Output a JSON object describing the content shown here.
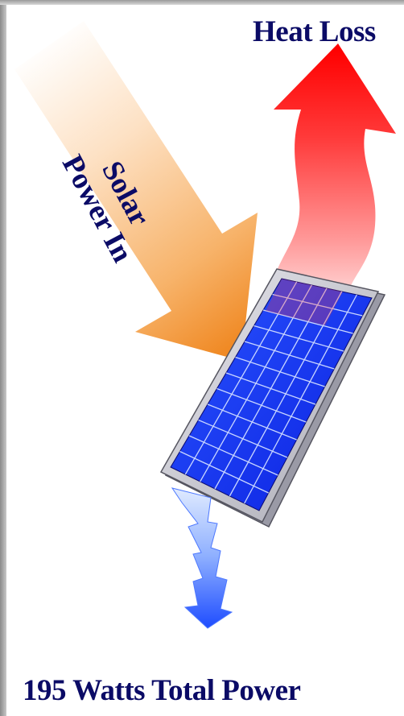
{
  "labels": {
    "heat_loss": "Heat Loss",
    "solar_line1": "Solar",
    "solar_line2": "Power In",
    "total_power": "195 Watts Total Power"
  },
  "colors": {
    "label_text": "#0b0b66",
    "solar_arrow": "#f29a3a",
    "heat_arrow": "#ff1a1a",
    "panel_cell": "#1a3cff",
    "panel_frame": "#cfcfd6",
    "output_arrow": "#2a5cff"
  },
  "icons": {
    "solar_arrow": "solar-power-arrow-icon",
    "heat_arrow": "heat-loss-arrow-icon",
    "panel": "solar-panel-icon",
    "output": "electric-output-arrow-icon"
  }
}
